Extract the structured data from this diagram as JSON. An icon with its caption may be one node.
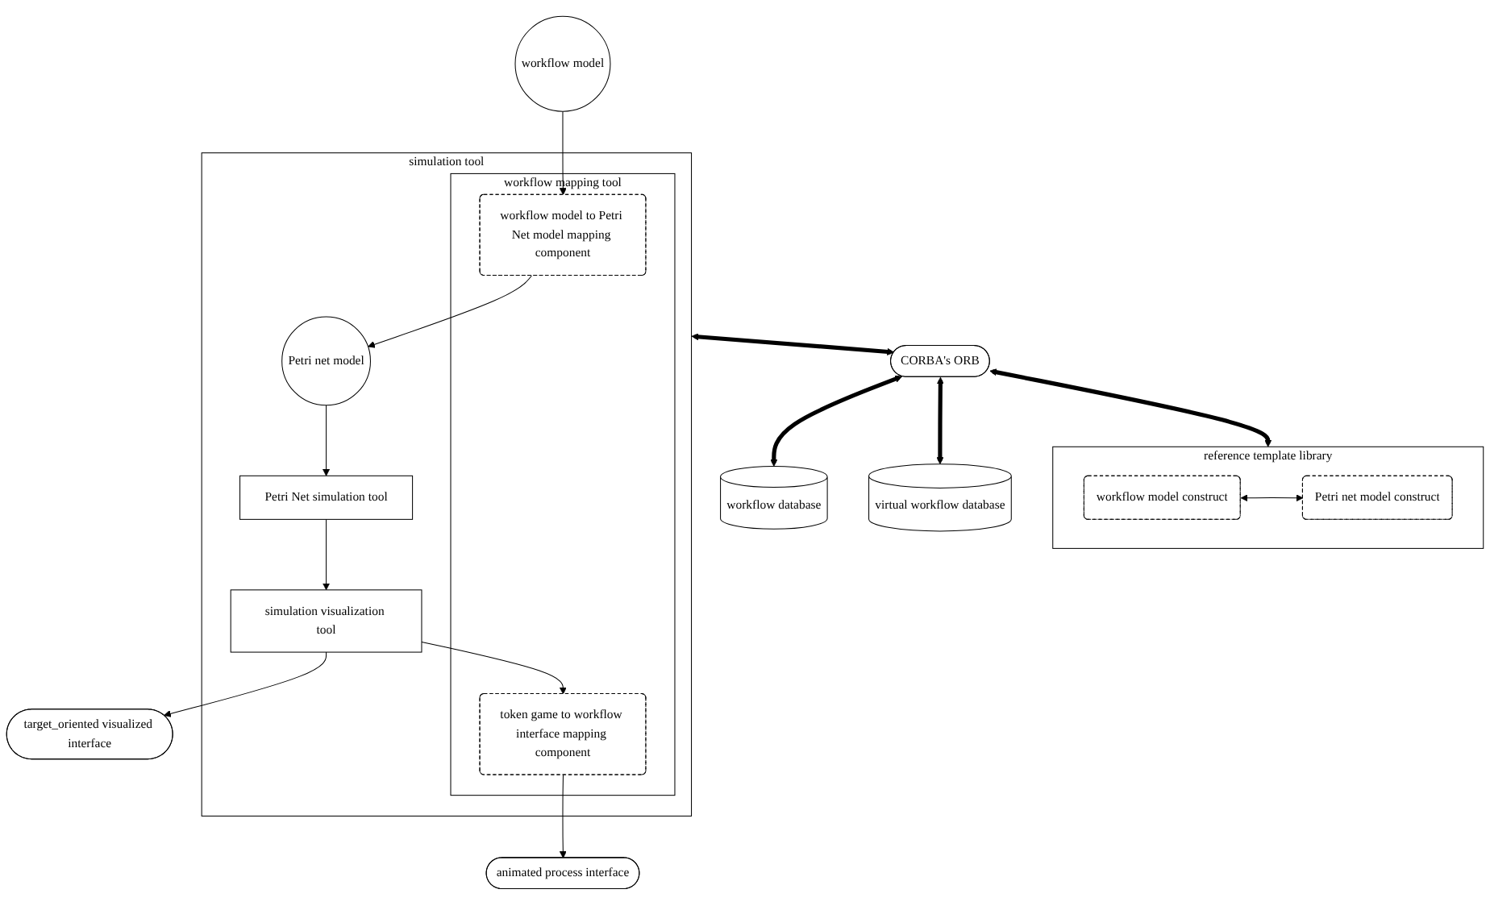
{
  "diagram": {
    "nodes": [
      {
        "text": [
          "simulation tool"
        ]
      },
      {
        "text": [
          "Petri net model"
        ],
        "in": 0
      },
      {
        "text": [
          "Petri Net simulation tool"
        ],
        "in": 0
      },
      {
        "text": [
          "simulation visualization tool"
        ],
        "in": 0
      },
      {
        "text": [
          "workflow mapping tool"
        ],
        "in": 0
      },
      {
        "text": [
          "workflow model to Petri Net model mapping component"
        ],
        "in": 4
      },
      {
        "text": [
          "token game to workflow interface mapping component"
        ],
        "in": 4
      },
      {
        "text": [
          "target_oriented visualized interface"
        ]
      },
      {
        "text": [
          "workflow model"
        ]
      },
      {
        "text": [
          "animated process interface"
        ]
      },
      {
        "text": [
          "CORBA's ORB"
        ]
      },
      {
        "text": [
          "workflow database"
        ]
      },
      {
        "text": [
          "reference template library"
        ]
      },
      {
        "text": [
          "workflow model construct"
        ],
        "in": 12
      },
      {
        "text": [
          "Petri net model construct"
        ],
        "in": 12
      },
      {
        "text": [
          "virtual workflow database"
        ]
      }
    ],
    "edges": [
      {
        "from": 1,
        "to": 2,
        "arrow": "to"
      },
      {
        "from": 2,
        "to": 3,
        "arrow": "to"
      },
      {
        "from": 3,
        "to": 7,
        "arrow": "to"
      },
      {
        "from": 5,
        "to": 1,
        "arrow": "to"
      },
      {
        "from": 3,
        "to": 6,
        "arrow": "to"
      },
      {
        "from": 8,
        "to": 5,
        "arrow": "to"
      },
      {
        "from": 6,
        "to": 9,
        "arrow": "to"
      },
      {
        "from": 0,
        "to": 10,
        "arrow": "both",
        "style": "thick"
      },
      {
        "from": 10,
        "to": 11,
        "arrow": "both",
        "style": "thick"
      },
      {
        "from": 10,
        "to": 12,
        "arrow": "both",
        "style": "thick"
      },
      {
        "from": 10,
        "to": 15,
        "arrow": "both",
        "style": "thick"
      },
      {
        "from": 13,
        "to": 14,
        "arrow": "both"
      }
    ]
  }
}
